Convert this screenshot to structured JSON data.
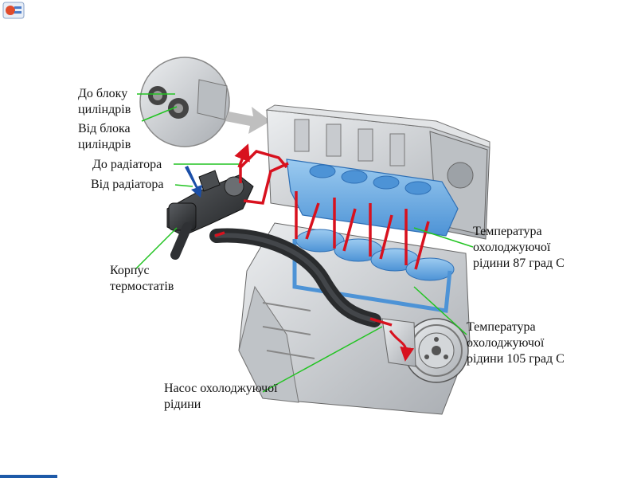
{
  "labels": {
    "to_block": "До блоку\nциліндрів",
    "from_block": "Від блока\nциліндрів",
    "to_radiator": "До радіатора",
    "from_radiator": "Від радіатора",
    "thermostat_housing": "Корпус\nтермостатів",
    "temp_87": "Температура\nохолоджуючої\nрідини 87 град С",
    "temp_105": "Температура\nохолоджуючої\nрідини 105 град С",
    "pump": "Насос охолоджуючої\nрідини"
  },
  "colors": {
    "leader_line": "#22c422",
    "hot_flow": "#d8111e",
    "cold_flow": "#1b4fa8",
    "coolant_jacket": "#6aaee6",
    "engine_metal": "#cfd2d6",
    "engine_dark": "#3b3d40"
  }
}
